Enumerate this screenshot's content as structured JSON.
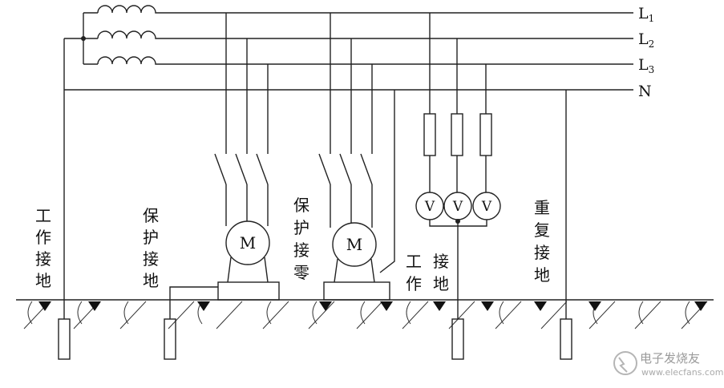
{
  "lines": [
    {
      "label": "L",
      "sub": "1"
    },
    {
      "label": "L",
      "sub": "2"
    },
    {
      "label": "L",
      "sub": "3"
    },
    {
      "label": "N",
      "sub": ""
    }
  ],
  "motor_label": "M",
  "voltmeter_label": "V",
  "grounding_labels": {
    "working_ground_left": [
      "工",
      "作",
      "接",
      "地"
    ],
    "protective_ground": [
      "保",
      "护",
      "接",
      "地"
    ],
    "protective_neutral": [
      "保",
      "护",
      "接",
      "零"
    ],
    "working_ground_mid_1": [
      "工",
      "作"
    ],
    "working_ground_mid_2": [
      "接",
      "地"
    ],
    "repeated_ground": [
      "重",
      "复",
      "接",
      "地"
    ]
  },
  "watermark": {
    "brand": "电子发烧友",
    "url": "www.elecfans.com"
  }
}
